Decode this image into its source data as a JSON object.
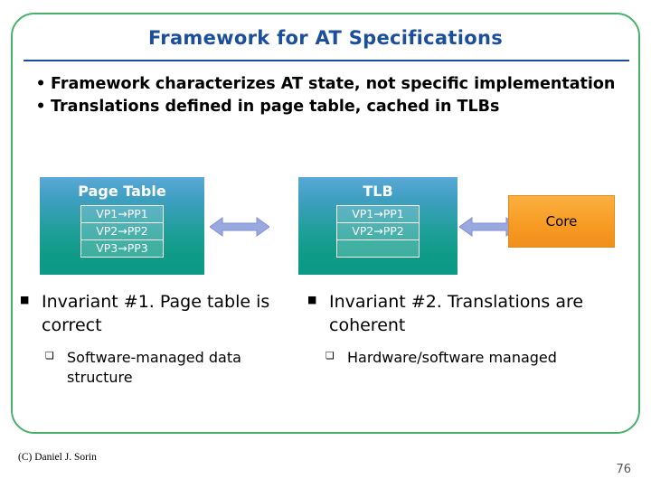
{
  "slide": {
    "title": "Framework for AT Specifications",
    "top_bullets": [
      {
        "marker": "•",
        "text": "Framework characterizes AT state, not specific implementation"
      },
      {
        "marker": "•",
        "text": "Translations defined in page table, cached in TLBs"
      }
    ],
    "diagram": {
      "page_table": {
        "title": "Page Table",
        "rows": [
          "VP1→PP1",
          "VP2→PP2",
          "VP3→PP3"
        ]
      },
      "tlb": {
        "title": "TLB",
        "rows": [
          "VP1→PP1",
          "VP2→PP2",
          ""
        ]
      },
      "core": {
        "label": "Core"
      },
      "arrows": [
        "double-arrow-page-table-tlb",
        "double-arrow-tlb-core"
      ]
    },
    "lower_left": {
      "marker": "■",
      "text": "Invariant #1. Page table is correct",
      "sub_marker": "❏",
      "sub_text": "Software-managed data structure"
    },
    "lower_right": {
      "marker": "■",
      "text": "Invariant #2. Translations are coherent",
      "sub_marker": "❏",
      "sub_text": "Hardware/software managed"
    },
    "footer": "(C) Daniel J. Sorin",
    "page_number": "76",
    "colors": {
      "title": "#1b4f9c",
      "border": "#49b06a",
      "box_gradient_top": "#5aa8d6",
      "box_gradient_bottom": "#0a9a86",
      "core": "#f79a22",
      "arrow": "#9aa8e0"
    }
  }
}
